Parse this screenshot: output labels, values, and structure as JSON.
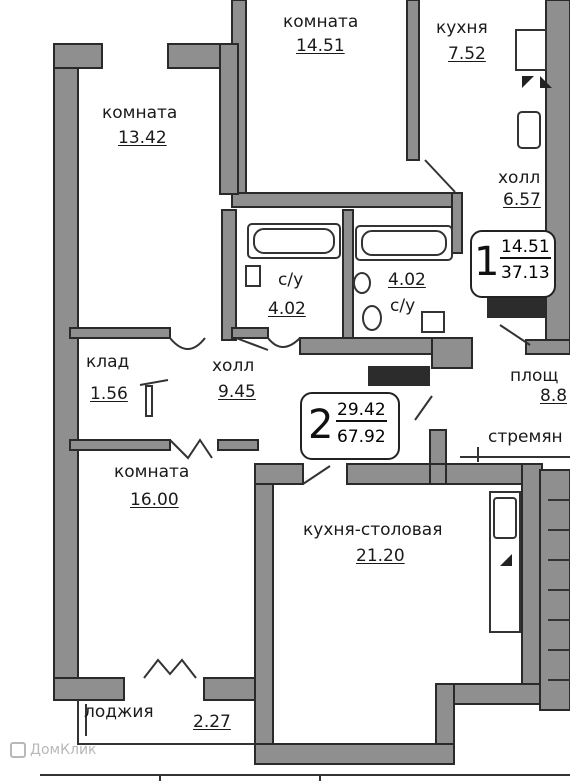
{
  "rooms": {
    "room_top": {
      "name": "комната",
      "area": "14.51"
    },
    "kitchen_top": {
      "name": "кухня",
      "area": "7.52"
    },
    "hall_top": {
      "name": "холл",
      "area": "6.57"
    },
    "room_left": {
      "name": "комната",
      "area": "13.42"
    },
    "wc_left": {
      "name": "с/у",
      "area": "4.02"
    },
    "wc_right": {
      "name": "с/у",
      "area": "4.02"
    },
    "storage": {
      "name": "клад",
      "area": "1.56"
    },
    "hall": {
      "name": "холл",
      "area": "9.45"
    },
    "room_bottom": {
      "name": "комната",
      "area": "16.00"
    },
    "kitchen_dining": {
      "name": "кухня-столовая",
      "area": "21.20"
    },
    "loggia": {
      "name": "лоджия",
      "area": "2.27"
    },
    "landing": {
      "name": "площ",
      "area": "8.8"
    },
    "ladder": {
      "name": "стремян"
    }
  },
  "apartments": {
    "apt1": {
      "number": "1",
      "living": "14.51",
      "total": "37.13"
    },
    "apt2": {
      "number": "2",
      "living": "29.42",
      "total": "67.92"
    }
  },
  "watermark": {
    "text": "ДомКлик"
  },
  "colors": {
    "wall_fill": "#8f8f8f",
    "wall_stroke": "#2a2a2a",
    "line": "#333333",
    "redaction": "#2c2c2c"
  }
}
